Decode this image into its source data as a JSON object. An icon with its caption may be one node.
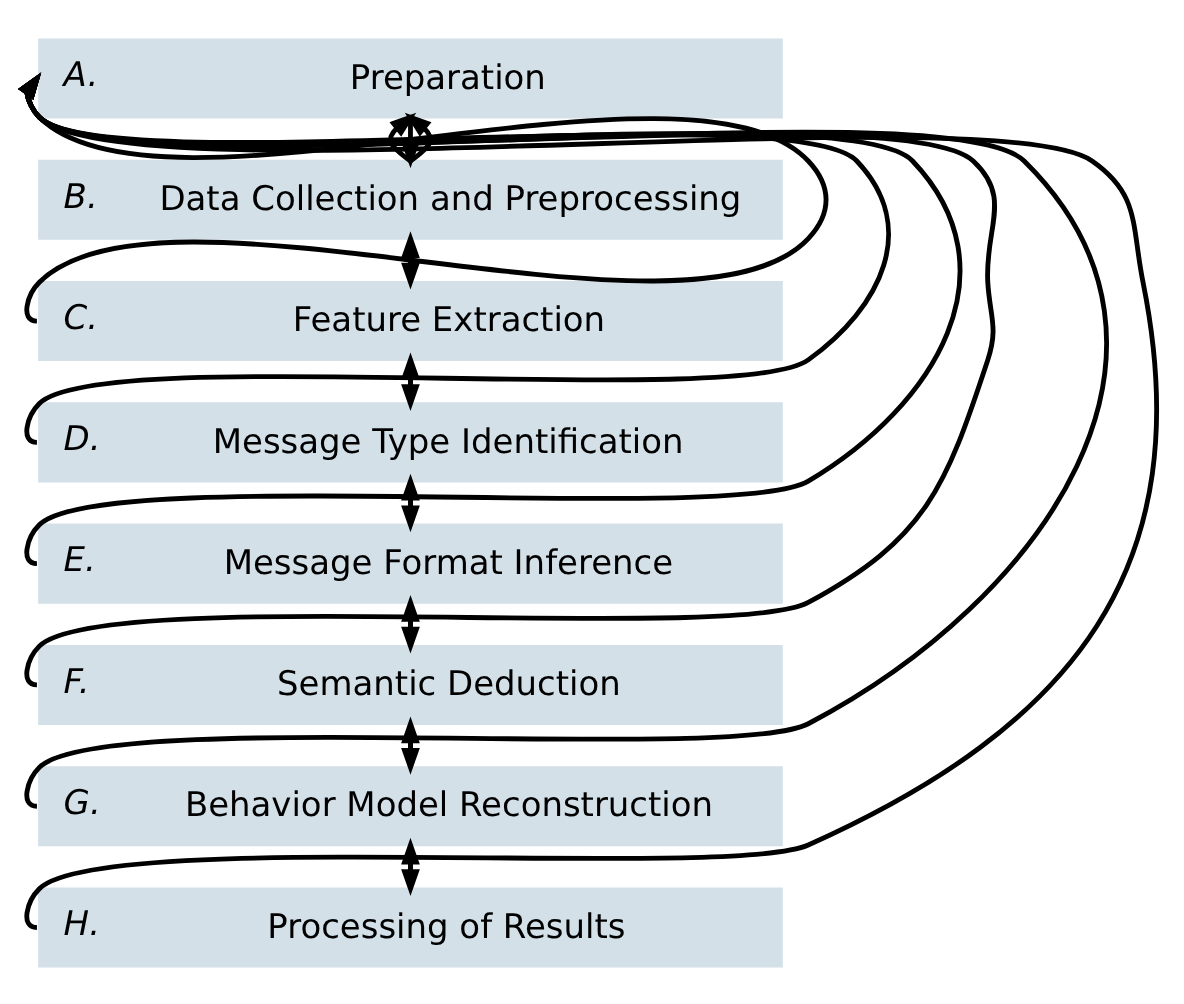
{
  "diagram": {
    "nodes": [
      {
        "text": [
          "A.",
          "Preparation"
        ]
      },
      {
        "text": [
          "B.",
          "Data Collection and Preprocessing"
        ]
      },
      {
        "text": [
          "C.",
          "Feature Extraction"
        ]
      },
      {
        "text": [
          "D.",
          "Message Type Identification"
        ]
      },
      {
        "text": [
          "E.",
          "Message Format Inference"
        ]
      },
      {
        "text": [
          "F.",
          "Semantic Deduction"
        ]
      },
      {
        "text": [
          "G.",
          "Behavior Model Reconstruction"
        ]
      },
      {
        "text": [
          "H.",
          "Processing of Results"
        ]
      }
    ],
    "edges": [
      {
        "from": 0,
        "to": 1,
        "arrow": "to"
      },
      {
        "from": 1,
        "to": 0,
        "arrow": "to"
      },
      {
        "from": 1,
        "to": 2,
        "arrow": "to"
      },
      {
        "from": 2,
        "to": 1,
        "arrow": "to"
      },
      {
        "from": 2,
        "to": 3,
        "arrow": "to"
      },
      {
        "from": 3,
        "to": 2,
        "arrow": "to"
      },
      {
        "from": 3,
        "to": 4,
        "arrow": "to"
      },
      {
        "from": 4,
        "to": 3,
        "arrow": "to"
      },
      {
        "from": 4,
        "to": 5,
        "arrow": "to"
      },
      {
        "from": 5,
        "to": 4,
        "arrow": "to"
      },
      {
        "from": 5,
        "to": 6,
        "arrow": "to"
      },
      {
        "from": 6,
        "to": 5,
        "arrow": "to"
      },
      {
        "from": 6,
        "to": 7,
        "arrow": "to"
      },
      {
        "from": 7,
        "to": 6,
        "arrow": "to"
      },
      {
        "from": 1,
        "to": 0,
        "arrow": "to"
      },
      {
        "from": 2,
        "to": 0,
        "arrow": "to"
      },
      {
        "from": 3,
        "to": 0,
        "arrow": "to"
      },
      {
        "from": 4,
        "to": 0,
        "arrow": "to"
      },
      {
        "from": 5,
        "to": 0,
        "arrow": "to"
      },
      {
        "from": 6,
        "to": 0,
        "arrow": "to"
      },
      {
        "from": 7,
        "to": 0,
        "arrow": "to"
      }
    ]
  }
}
